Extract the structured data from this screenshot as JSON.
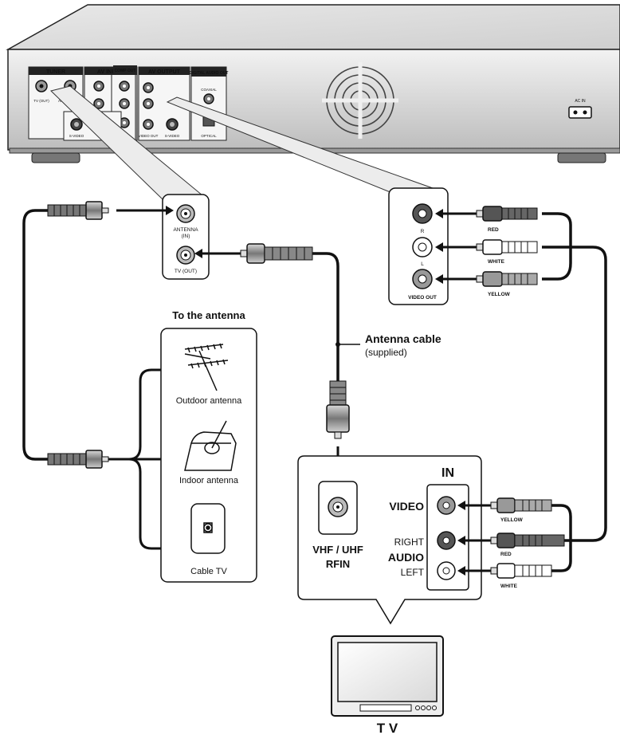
{
  "device_panel": {
    "tuner_header": "TUNER",
    "av_input_header": "AV INPUT",
    "comp_out_header": "COMP OUT",
    "av_output_header": "AV OUTPUT",
    "digital_audio_header": "DIGITAL AUDIO OUT",
    "tv_out_label": "TV (OUT)",
    "antenna_in_label": "ANTENNA (IN)",
    "s_video_label": "S-VIDEO",
    "video_label": "VIDEO",
    "video_out_label": "VIDEO OUT",
    "coaxial_label": "COAXIAL",
    "optical_label": "OPTICAL",
    "ac_in_label": "AC IN"
  },
  "antenna_callout": {
    "antenna_in_line1": "ANTENNA",
    "antenna_in_line2": "(IN)",
    "tv_out": "TV (OUT)"
  },
  "av_callout": {
    "jack_r": "R",
    "jack_l": "L",
    "video_out": "VIDEO OUT"
  },
  "top_cable_labels": {
    "red": "RED",
    "white": "WHITE",
    "yellow": "YELLOW"
  },
  "antenna_panel": {
    "title": "To the antenna",
    "outdoor": "Outdoor antenna",
    "indoor": "Indoor antenna",
    "cable_tv": "Cable TV"
  },
  "antenna_cable": {
    "label": "Antenna cable",
    "note": "(supplied)"
  },
  "tv_panel": {
    "in_header": "IN",
    "video": "VIDEO",
    "right": "RIGHT",
    "audio": "AUDIO",
    "left": "LEFT",
    "rf_line1": "VHF / UHF",
    "rf_line2": "RFIN"
  },
  "tv_cable_labels": {
    "yellow": "YELLOW",
    "red": "RED",
    "white": "WHITE"
  },
  "tv_caption": "T V"
}
